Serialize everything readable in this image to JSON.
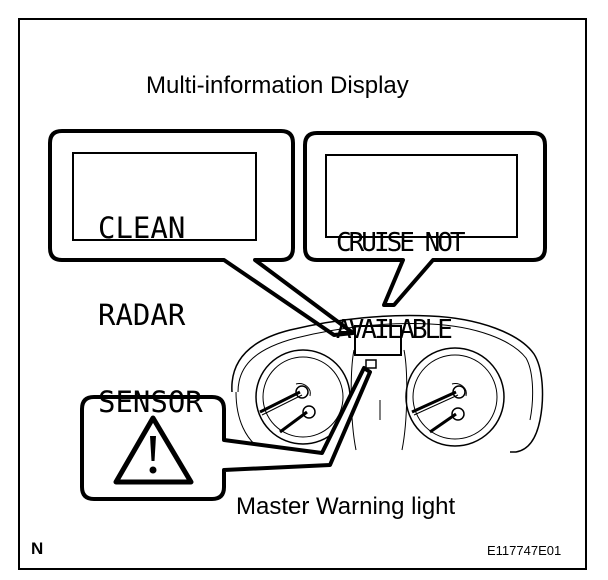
{
  "title": "Multi-information Display",
  "callouts": {
    "left_message": [
      "CLEAN",
      "RADAR",
      "SENSOR"
    ],
    "right_message": [
      "CRUISE NOT",
      "AVAILABLE"
    ]
  },
  "warning": {
    "label": "Master Warning light",
    "icon": "warning-triangle-icon"
  },
  "corner_letter": "N",
  "figure_code": "E117747E01"
}
